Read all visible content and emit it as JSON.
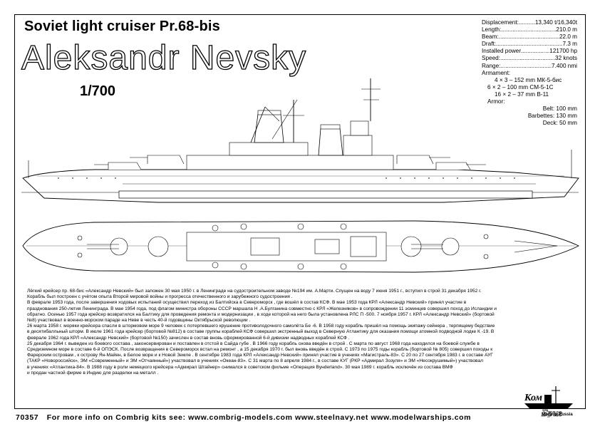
{
  "header": {
    "subtitle": "Soviet light cruiser Pr.68-bis",
    "name": "Aleksandr Nevsky",
    "scale": "1/700"
  },
  "specs": {
    "displacement": {
      "label": "Displacement:",
      "value": "13,340 t/16,340t"
    },
    "length": {
      "label": "Length:",
      "value": "210.0 m"
    },
    "beam": {
      "label": "Beam:",
      "value": "22.0 m"
    },
    "draft": {
      "label": "Draft:",
      "value": "7.3 m"
    },
    "power": {
      "label": "Installed power",
      "value": "121700 hp"
    },
    "speed": {
      "label": "Speed:",
      "value": "32 knots"
    },
    "range": {
      "label": "Range:",
      "value": "7.400 nmi"
    },
    "armament_label": "Armament:",
    "arm1": "4 × 3 – 152 mm  МК-5-бис",
    "arm2": "6 × 2 – 100 mm СМ-5-1С",
    "arm3": "16 × 2 – 37 mm В-11",
    "armor_label": "Armor:",
    "belt": "Belt: 100 mm",
    "barbettes": "Barbettes: 130  mm",
    "deck": "Deck: 50 mm"
  },
  "history": {
    "p1": "Лёгкий крейсер пр. 68-бис «Александр Невский» был заложен 30 мая 1950 г. в Ленинграде на судостроительном заводе  №194 им. А.Марти. Спущен на воду 7 июня 1951 г., вступил в строй 31 декабря 1952 г.",
    "p2": "Корабль был построен с учётом опыта Второй мировой войны и прогресса отечественного и зарубежного судостроения .",
    "p3": "В феврале 1953 года, после завершения ходовых испытаний осуществил переход из Балтийска в Североморск  , где вошёл в состав КСФ. В мае 1953 года КРЛ «Александр Невский» принял участие в",
    "p4": "празднования 250-летия Ленинграда. В мае 1954 года, под флагом министра обороны СССР маршала Н .А.Булганина совместно с КРЛ «Железняков» в сопровождении 11 эсминцев совершил поход до Исландии и",
    "p5": "обратно. Осенью 1957 года крейсер возвратился на Балтику для проведения ремонта и модернизации  , в ходе которой на него была установлена РЛС П -500. 7 ноября 1957 г. КРЛ «Александр Невский» (бортовой",
    "p6": "№8) участвовал в военно-морском параде на Неве в честь  40-й годовщины Октябрьской революции .",
    "p7": "26 марта 1958 г. моряки крейсера спасли в штормовом море  9 человек с потерпевшего крушение противолодочного самолёта Бе -6. В 1958 году корабль пришёл на помощь экипажу сейнера , терпящему бедствие",
    "p8": "в десятибалльный шторм. В июле 1961 года крейсер (бортовой №812) в составе группы кораблей КСФ совершил экстренный выход в Северную Атлантику для оказания помощи атомной подводной лодке К  -19. В",
    "p9": "феврале 1962 года КРЛ «Александр Невский» (бортовой №150) зачислен в состав вновь сформированной  6-й дивизии надводных кораблей КСФ .",
    "p10": "25 декабря 1964 г. выведен из боевого состава , законсервирован и поставлен в отстой в Сайда губе . В 1966 году корабль снова введён в строй . С марта по август  1968 года находился на боевой службе в",
    "p11": "Средиземном море в составе  6-й ОПЭСК. После возвращения в Североморск встал на ремонт , а 15 декабря 1970 г. был вновь введён в строй. С 1973 по 1975 годы корабль (бортовой № 805) совершил походы к",
    "p12": "Фарерским островам , к острову Ян-Майен, в Белое море и к Новой Земле . В сентябре 1983 года КРЛ «Александр Невский» принял участие в учениях «Магистраль-83». С 20 по 27 сентября 1983 г. в составе АУГ",
    "p13": "(ТАКР «Новороссийск», ЭМ «Современный» и ЭМ «Отчаянный») участвовал в учениях «Океан-83». С 31 марта по 8 апреля 1984 г., в составе КУГ (РКР «Адмирал Зозуля» и ЭМ «Несокрушимый») участвовал",
    "p14": "в учениях «Атлантика-84». В 1988 году в роли немецкого крейсера  «Адмирал Штайнер» снимался в советском фильме  «Операция Вунderland». 30 мая 1989 г. корабль исключён из состава ВМФ",
    "p15": "и продан частной фирме в Индию для разделки на металл ."
  },
  "footer": {
    "code": "70357",
    "text": "For more info on Combrig kits see: www.combrig-models.com www.steelnavy.net  www.modelwarships.com"
  },
  "logo": {
    "text_top": "Ком",
    "text_bottom": "Бриг",
    "made_in": "Made in Russia"
  }
}
